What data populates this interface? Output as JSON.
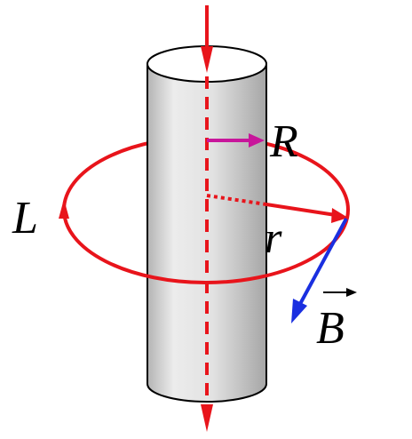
{
  "labels": {
    "L": "L",
    "R": "R",
    "r": "r",
    "B": "B"
  },
  "colors": {
    "axis": "#e8141b",
    "loop": "#e8141b",
    "radius_R": "#c8169b",
    "field_B": "#1a2fe0",
    "cylinder_body": "#e6e6e6",
    "cylinder_top": "#ffffff",
    "outline": "#000000"
  }
}
